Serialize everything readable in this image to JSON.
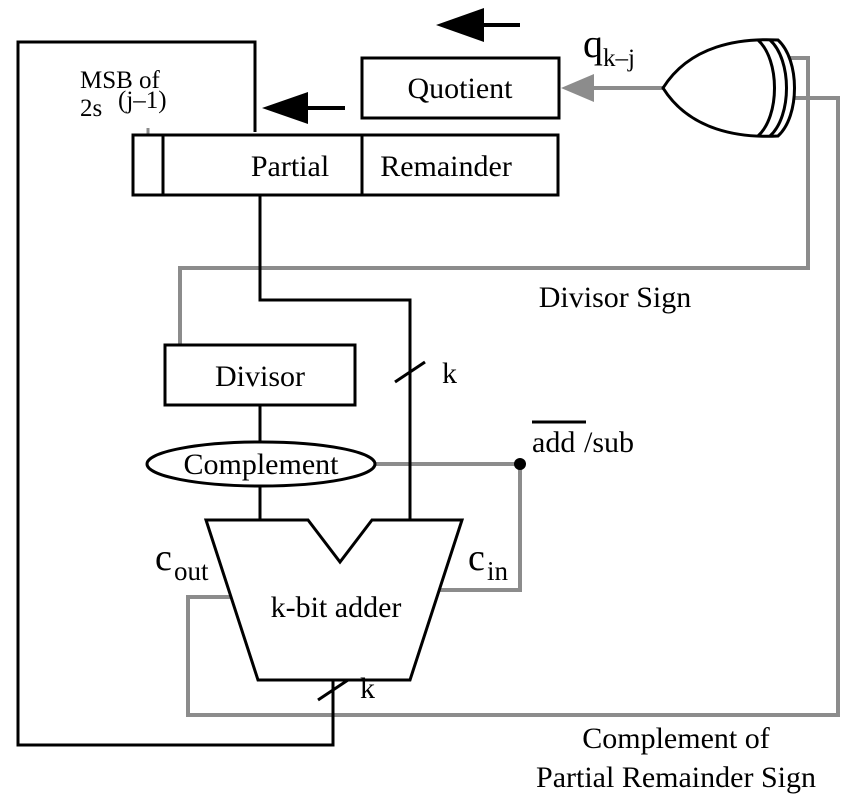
{
  "labels": {
    "quotient": "Quotient",
    "msb_line1": "MSB of",
    "msb_line2_main": "2s",
    "msb_line2_sup": "(j–1)",
    "partial": "Partial",
    "remainder": "Remainder",
    "q_main": "q",
    "q_sub": "k–j",
    "divisor_sign": "Divisor Sign",
    "divisor": "Divisor",
    "k_top": "k",
    "complement": "Complement",
    "add_sub_add": "add",
    "add_sub_rest": "/sub",
    "c_out_main": "c",
    "c_out_sub": "out",
    "c_in_main": "c",
    "c_in_sub": "in",
    "adder": "k-bit adder",
    "k_bottom": "k",
    "complement_of": "Complement of",
    "prs": "Partial Remainder Sign"
  },
  "colors": {
    "wire": "#000000",
    "signal_wire": "#8c8c8c",
    "background": "#ffffff"
  }
}
